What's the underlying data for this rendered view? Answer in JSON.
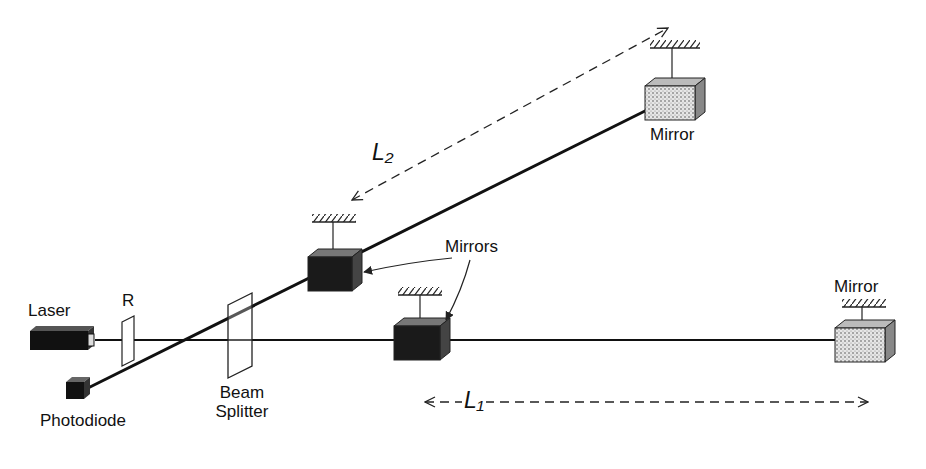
{
  "diagram": {
    "labels": [
      "L₂",
      "Mirror",
      "Mirrors",
      "Laser",
      "R",
      "Beam Splitter",
      "Photodiode",
      "Mirror",
      "L₁"
    ]
  }
}
